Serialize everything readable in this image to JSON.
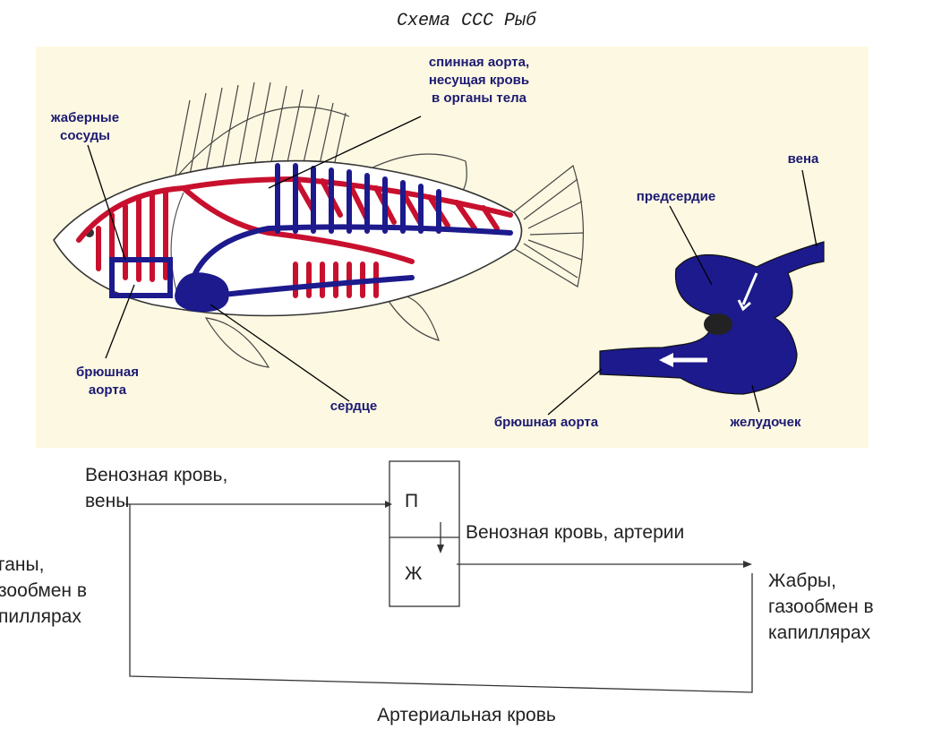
{
  "title": "Схема ССС Рыб",
  "fish_labels": {
    "gill_vessels": [
      "жаберные",
      "сосуды"
    ],
    "dorsal_aorta": [
      "спинная аорта,",
      "несущая кровь",
      "в органы тела"
    ],
    "ventral_aorta": [
      "брюшная",
      "аорта"
    ],
    "heart": "сердце"
  },
  "heart_labels": {
    "vein": "вена",
    "atrium": "предсердие",
    "ventral_aorta": "брюшная аорта",
    "ventricle": "желудочек"
  },
  "scheme": {
    "venous_veins": [
      "Венозная кровь,",
      "вены"
    ],
    "atrium_box": "П",
    "ventricle_box": "Ж",
    "venous_arteries": "Венозная кровь, артерии",
    "gills": [
      "Жабры,",
      "газообмен в",
      "капиллярах"
    ],
    "organs": [
      "ганы,",
      "зообмен в",
      "пиллярах"
    ],
    "arterial": "Артериальная кровь"
  },
  "colors": {
    "arterial": "#c8102e",
    "venous": "#1c1a8c",
    "panel": "#fdf8e1"
  }
}
